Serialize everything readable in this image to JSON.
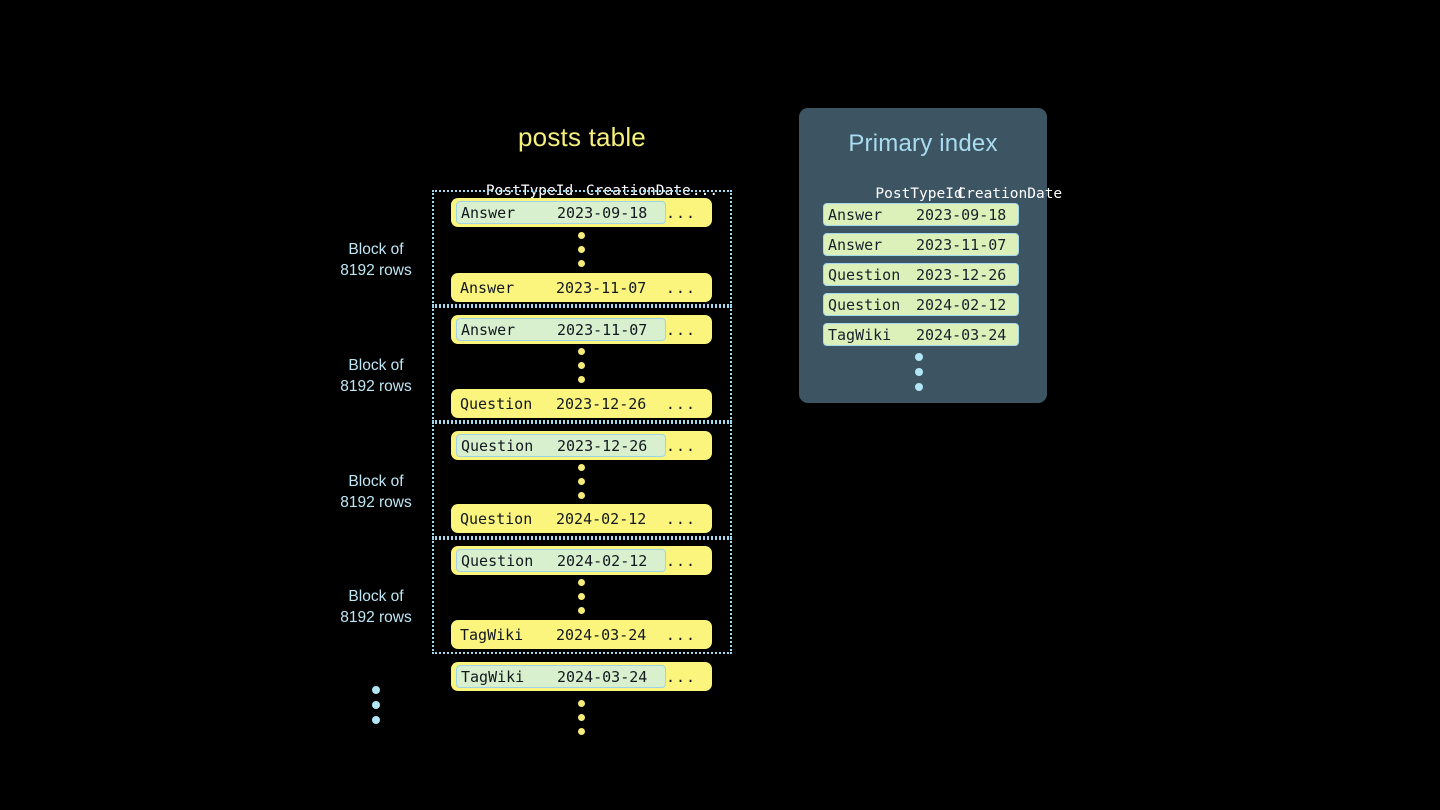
{
  "background_color": "#000000",
  "accent_colors": {
    "row_yellow": "#fbf57e",
    "highlight_green": "#d9f0cf",
    "highlight_border": "#9fd4e8",
    "block_dotted": "#9fd9ef",
    "panel_slate": "#3d5563",
    "index_row_green": "#dcf0b9",
    "title_yellow": "#f5f07a",
    "title_blue": "#aadcf0",
    "label_blue": "#bfe6f5",
    "dot_yellow": "#f5ec7a",
    "dot_blue": "#b3e6f5"
  },
  "posts_table": {
    "title": "posts table",
    "headers": {
      "post_type_id": "PostTypeId",
      "creation_date": "CreationDate",
      "more": "..."
    },
    "blocks": [
      {
        "label_line1": "Block of",
        "label_line2": "8192 rows",
        "first_row": {
          "post_type_id": "Answer",
          "creation_date": "2023-09-18",
          "more": "...",
          "highlighted": true
        },
        "last_row": {
          "post_type_id": "Answer",
          "creation_date": "2023-11-07",
          "more": "...",
          "highlighted": false
        }
      },
      {
        "label_line1": "Block of",
        "label_line2": "8192 rows",
        "first_row": {
          "post_type_id": "Answer",
          "creation_date": "2023-11-07",
          "more": "...",
          "highlighted": true
        },
        "last_row": {
          "post_type_id": "Question",
          "creation_date": "2023-12-26",
          "more": "...",
          "highlighted": false
        }
      },
      {
        "label_line1": "Block of",
        "label_line2": "8192 rows",
        "first_row": {
          "post_type_id": "Question",
          "creation_date": "2023-12-26",
          "more": "...",
          "highlighted": true
        },
        "last_row": {
          "post_type_id": "Question",
          "creation_date": "2024-02-12",
          "more": "...",
          "highlighted": false
        }
      },
      {
        "label_line1": "Block of",
        "label_line2": "8192 rows",
        "first_row": {
          "post_type_id": "Question",
          "creation_date": "2024-02-12",
          "more": "...",
          "highlighted": true
        },
        "last_row": {
          "post_type_id": "TagWiki",
          "creation_date": "2024-03-24",
          "more": "...",
          "highlighted": false
        }
      }
    ],
    "trailing_row": {
      "post_type_id": "TagWiki",
      "creation_date": "2024-03-24",
      "more": "...",
      "highlighted": true
    }
  },
  "primary_index": {
    "title": "Primary index",
    "headers": {
      "post_type_id": "PostTypeId",
      "creation_date": "CreationDate"
    },
    "rows": [
      {
        "post_type_id": "Answer",
        "creation_date": "2023-09-18"
      },
      {
        "post_type_id": "Answer",
        "creation_date": "2023-11-07"
      },
      {
        "post_type_id": "Question",
        "creation_date": "2023-12-26"
      },
      {
        "post_type_id": "Question",
        "creation_date": "2024-02-12"
      },
      {
        "post_type_id": "TagWiki",
        "creation_date": "2024-03-24"
      }
    ]
  }
}
